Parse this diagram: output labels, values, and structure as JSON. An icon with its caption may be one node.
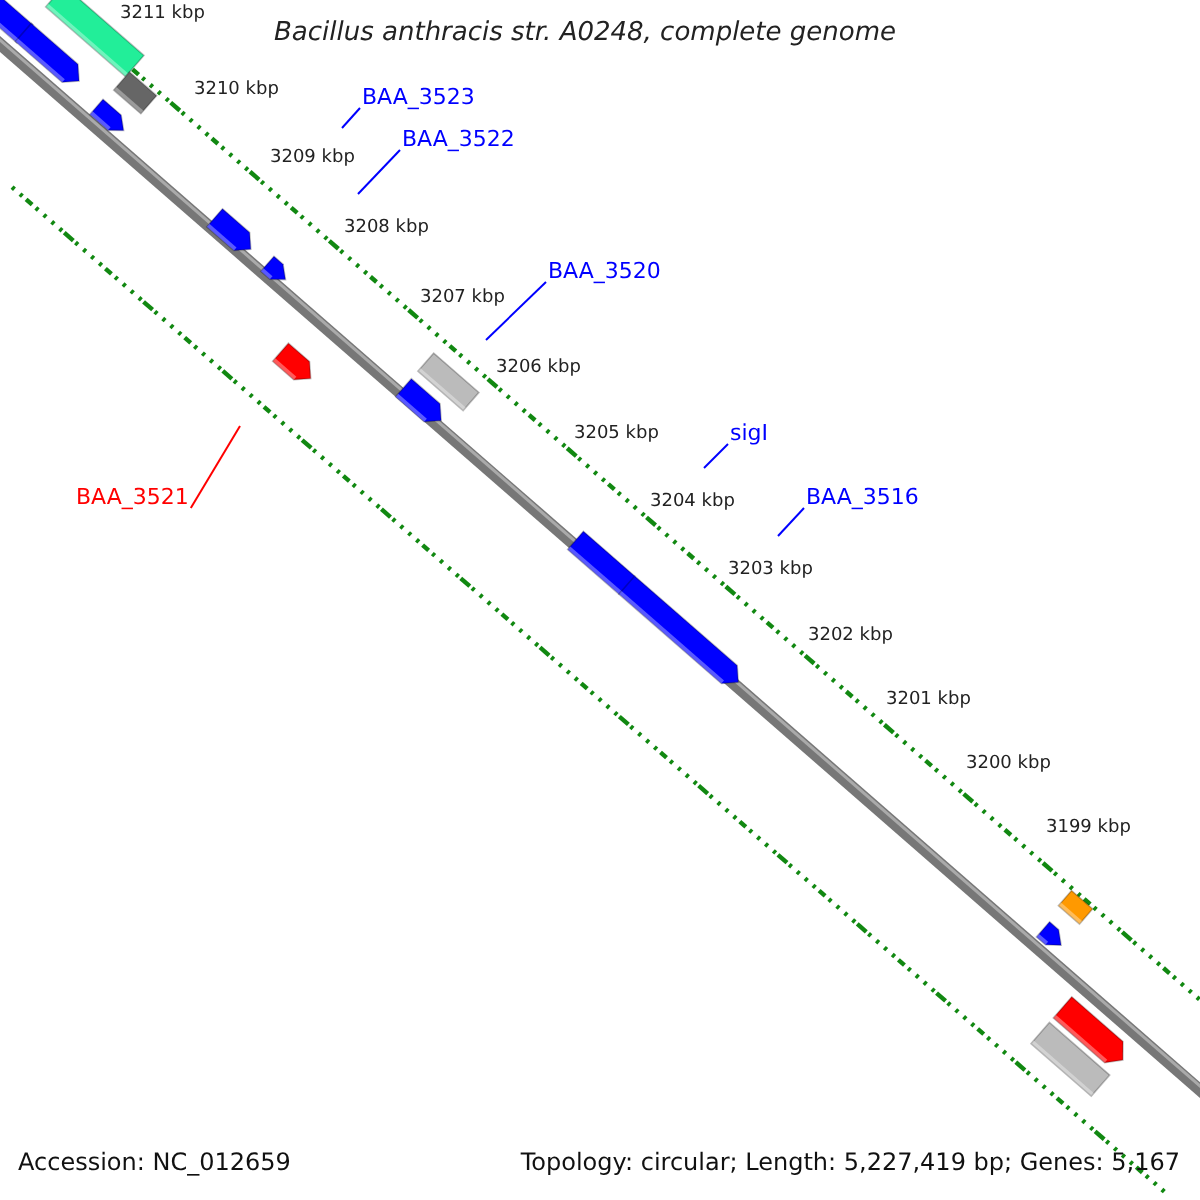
{
  "diagram": {
    "title": "Bacillus anthracis str. A0248, complete genome",
    "nodes": [
      {
        "text": [
          "BAA_3523"
        ]
      },
      {
        "text": [
          "BAA_3522"
        ]
      },
      {
        "text": [
          "BAA_3520"
        ]
      },
      {
        "text": [
          "sigI"
        ]
      },
      {
        "text": [
          "BAA_3521"
        ]
      },
      {
        "text": [
          "BAA_3516"
        ]
      }
    ],
    "edges": [
      {
        "from": 0,
        "to": null,
        "arrow": "none"
      },
      {
        "from": 1,
        "to": null,
        "arrow": "none"
      },
      {
        "from": 2,
        "to": null,
        "arrow": "none"
      },
      {
        "from": 3,
        "to": null,
        "arrow": "none"
      },
      {
        "from": 4,
        "to": null,
        "arrow": "none",
        "color": "#ff0000"
      },
      {
        "from": 5,
        "to": null,
        "arrow": "none"
      }
    ],
    "labels": [
      "3211 kbp",
      "3210 kbp",
      "3209 kbp",
      "3208 kbp",
      "3207 kbp",
      "3206 kbp",
      "3205 kbp",
      "3204 kbp",
      "3203 kbp",
      "3202 kbp",
      "3201 kbp",
      "3200 kbp",
      "3199 kbp",
      "Accession: NC_012659",
      "Topology: circular; Length: 5,227,419 bp; Genes: 5,167"
    ]
  }
}
